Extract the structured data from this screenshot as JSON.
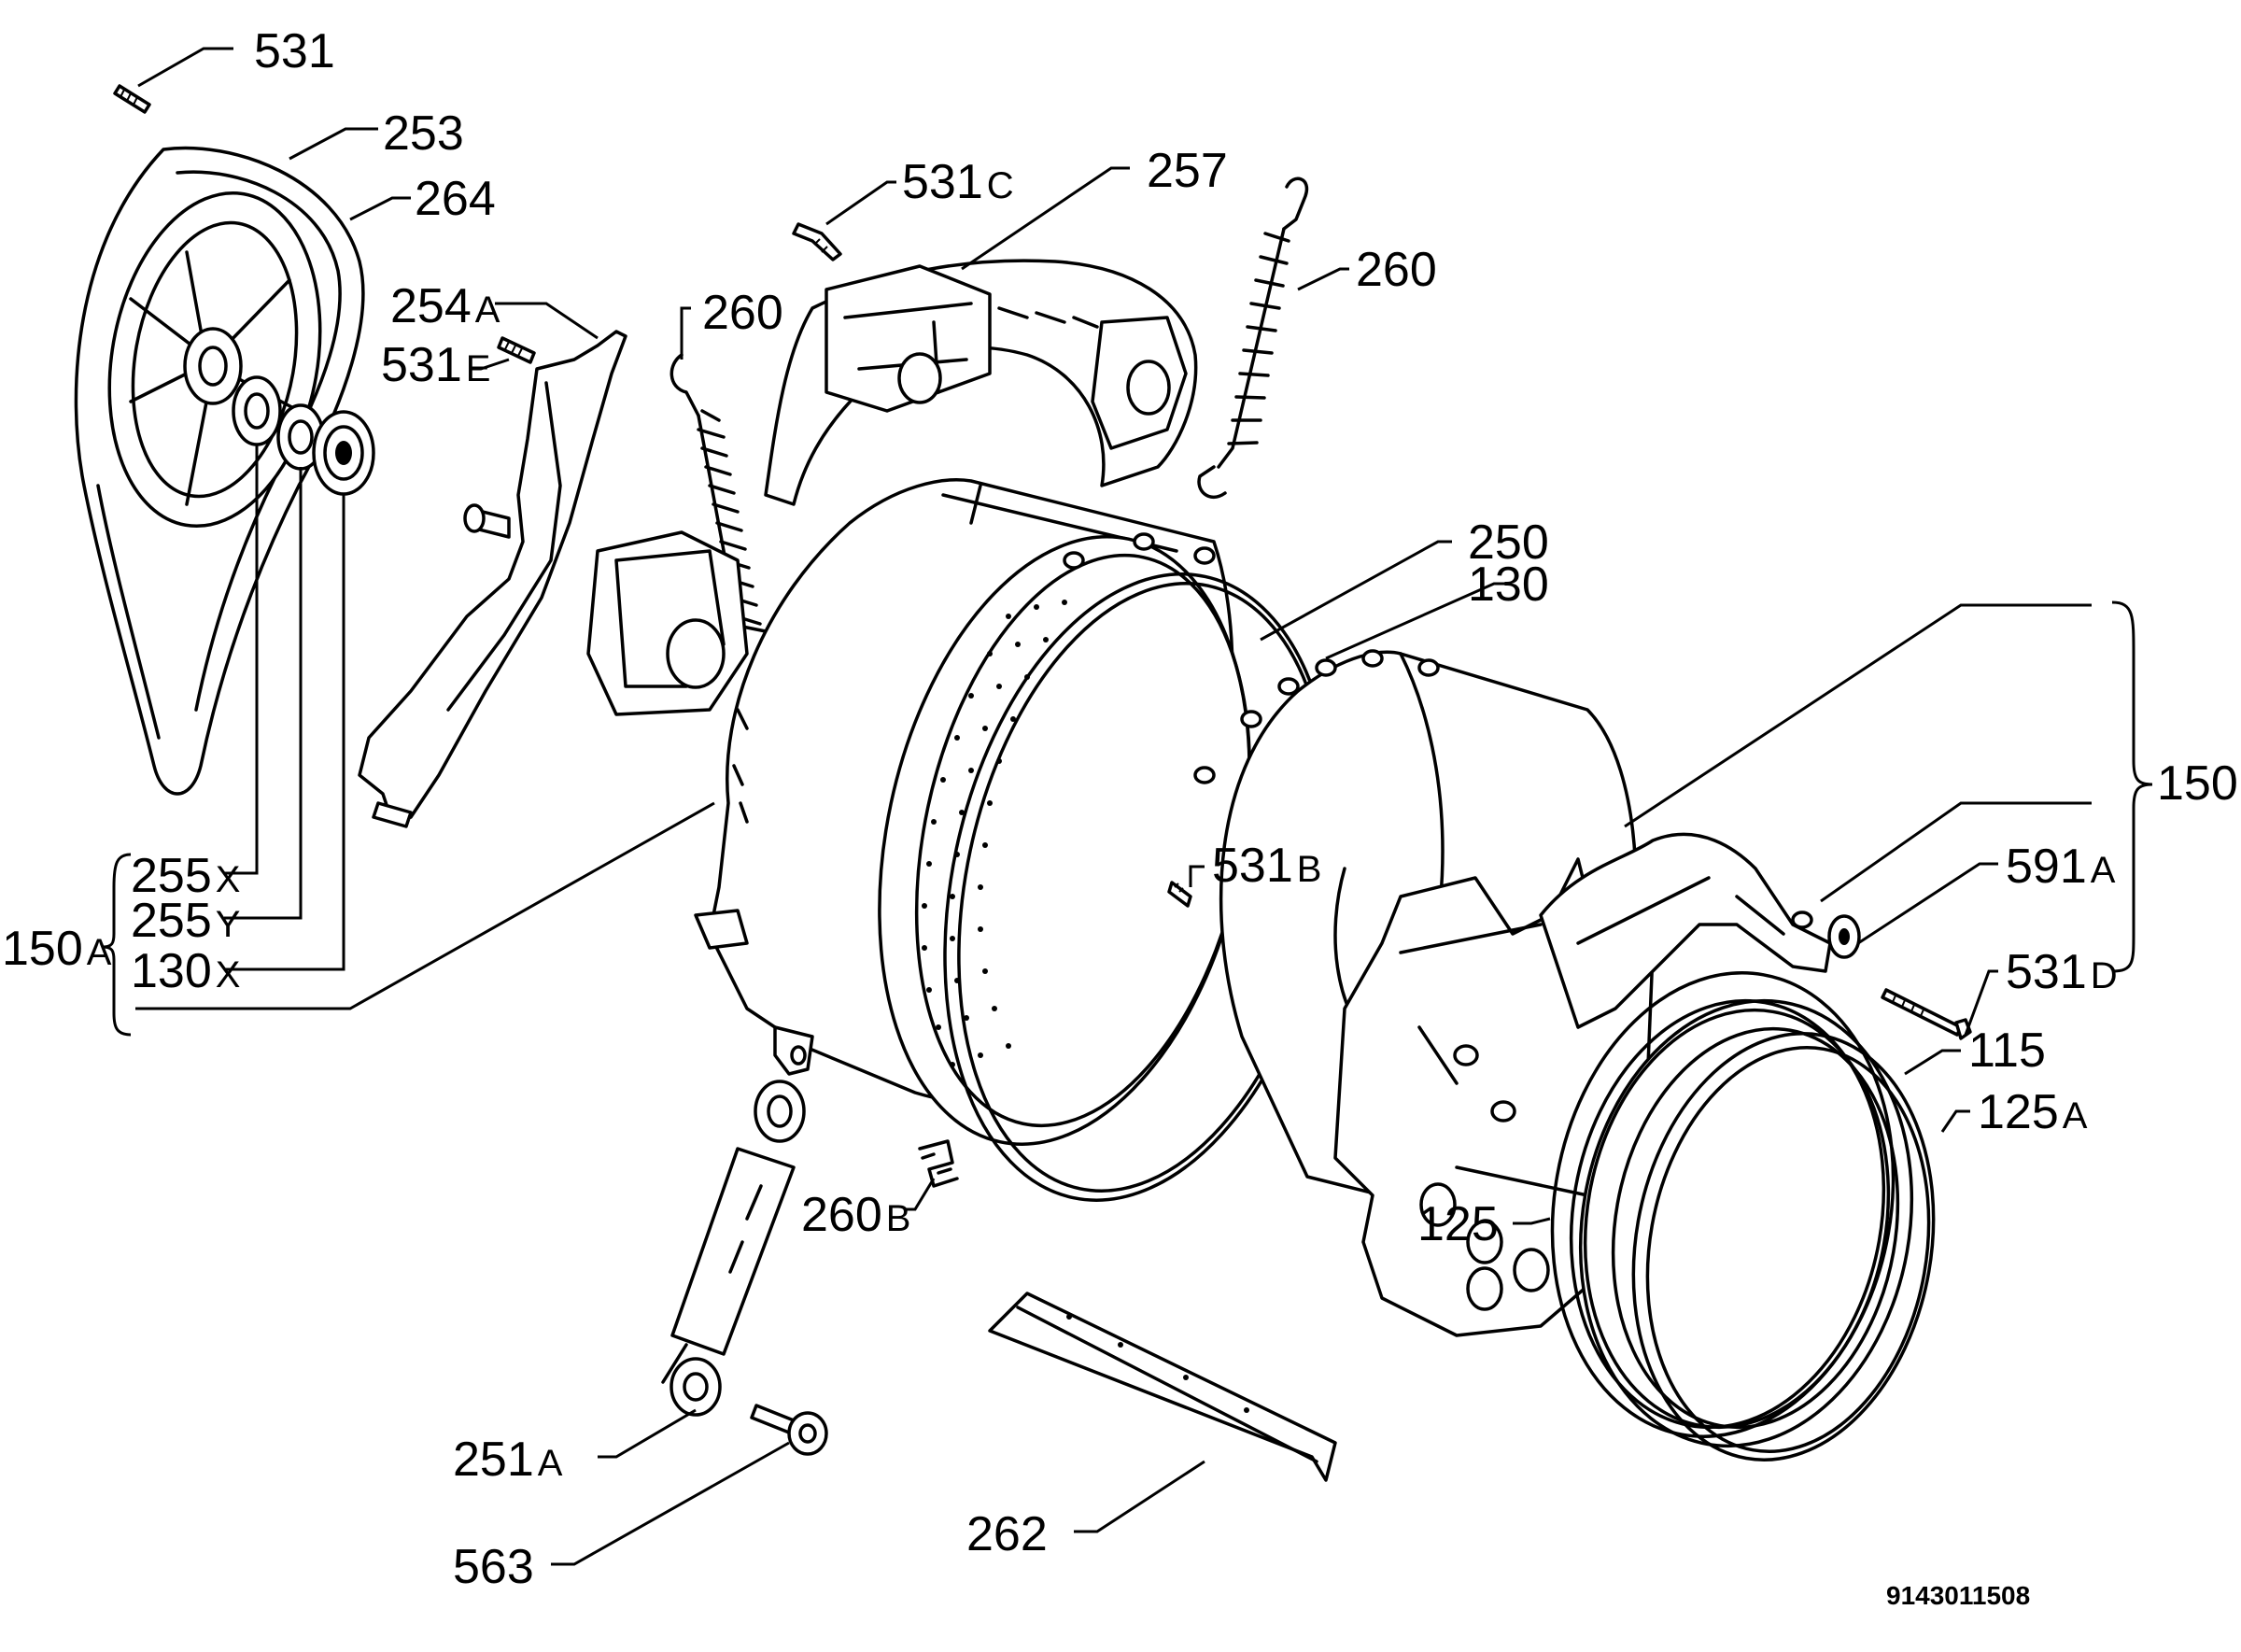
{
  "diagram": {
    "drawing_code": "9143011508",
    "callouts": [
      {
        "id": "c-531",
        "number": "531",
        "suffix": ""
      },
      {
        "id": "c-253",
        "number": "253",
        "suffix": ""
      },
      {
        "id": "c-264",
        "number": "264",
        "suffix": ""
      },
      {
        "id": "c-531c",
        "number": "531",
        "suffix": "C"
      },
      {
        "id": "c-257",
        "number": "257",
        "suffix": ""
      },
      {
        "id": "c-260-right",
        "number": "260",
        "suffix": ""
      },
      {
        "id": "c-254a",
        "number": "254",
        "suffix": "A"
      },
      {
        "id": "c-531e",
        "number": "531",
        "suffix": "E"
      },
      {
        "id": "c-260-left",
        "number": "260",
        "suffix": ""
      },
      {
        "id": "c-250",
        "number": "250",
        "suffix": ""
      },
      {
        "id": "c-130",
        "number": "130",
        "suffix": ""
      },
      {
        "id": "c-150",
        "number": "150",
        "suffix": ""
      },
      {
        "id": "c-255x",
        "number": "255",
        "suffix": "X"
      },
      {
        "id": "c-255y",
        "number": "255",
        "suffix": "Y"
      },
      {
        "id": "c-150a",
        "number": "150",
        "suffix": "A"
      },
      {
        "id": "c-130x",
        "number": "130",
        "suffix": "X"
      },
      {
        "id": "c-531b",
        "number": "531",
        "suffix": "B"
      },
      {
        "id": "c-591a",
        "number": "591",
        "suffix": "A"
      },
      {
        "id": "c-531d",
        "number": "531",
        "suffix": "D"
      },
      {
        "id": "c-115",
        "number": "115",
        "suffix": ""
      },
      {
        "id": "c-125a",
        "number": "125",
        "suffix": "A"
      },
      {
        "id": "c-125",
        "number": "125",
        "suffix": ""
      },
      {
        "id": "c-260b",
        "number": "260",
        "suffix": "B"
      },
      {
        "id": "c-251a",
        "number": "251",
        "suffix": "A"
      },
      {
        "id": "c-563",
        "number": "563",
        "suffix": ""
      },
      {
        "id": "c-262",
        "number": "262",
        "suffix": ""
      }
    ]
  }
}
